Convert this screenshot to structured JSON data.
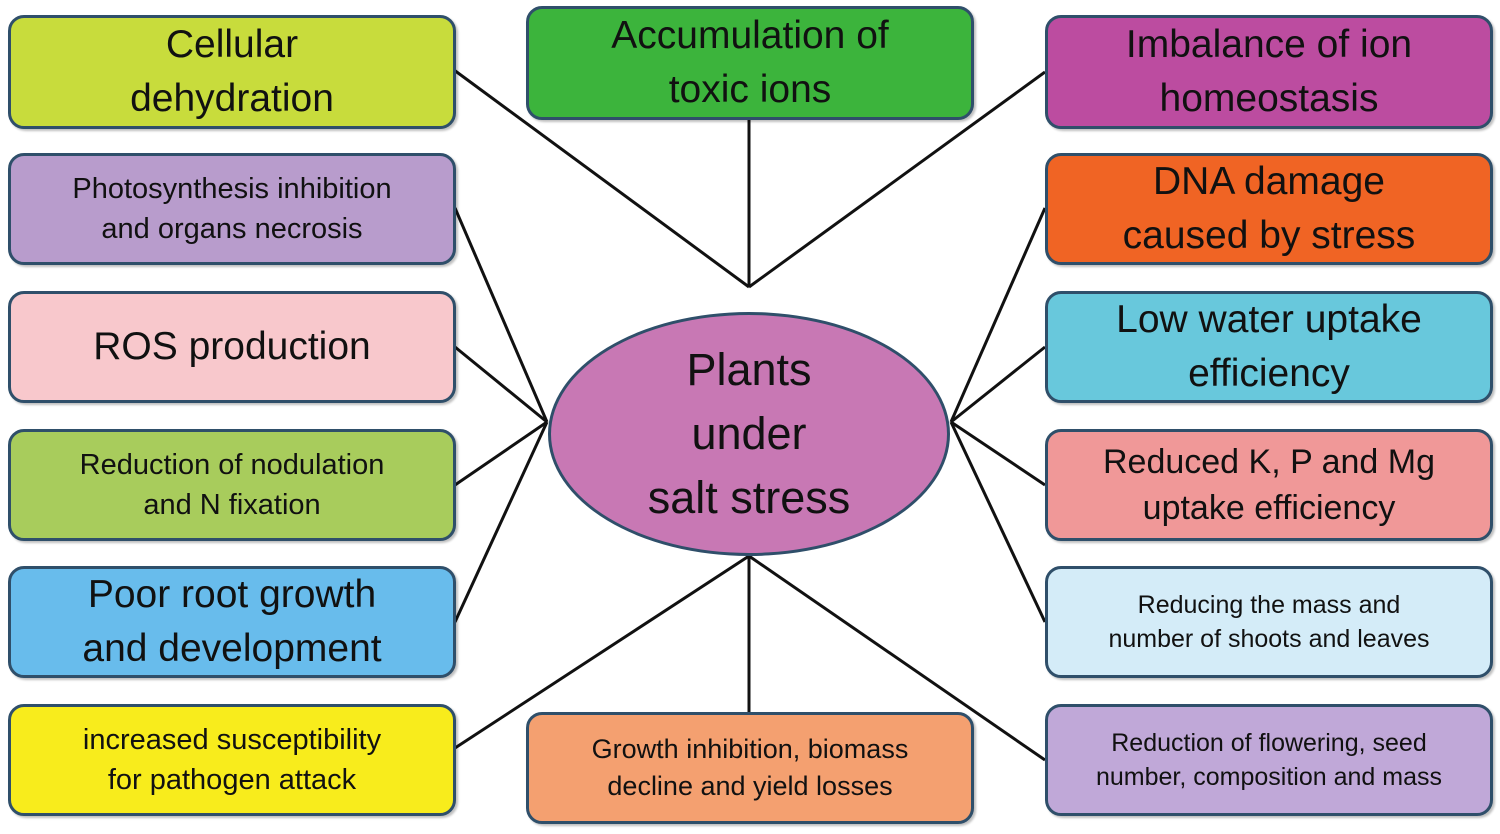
{
  "center": {
    "label": "Plants\nunder\nsalt stress",
    "color": "#c878b4"
  },
  "boxes": [
    {
      "id": "cellular-dehydration",
      "label": "Cellular\ndehydration",
      "color": "#c8dc3c"
    },
    {
      "id": "accumulation-toxic-ions",
      "label": "Accumulation of\ntoxic ions",
      "color": "#3cb43c"
    },
    {
      "id": "imbalance-ion-homeostasis",
      "label": "Imbalance of ion\nhomeostasis",
      "color": "#bc4ca0"
    },
    {
      "id": "photosynthesis-inhibition",
      "label": "Photosynthesis inhibition\nand organs necrosis",
      "color": "#b89ccc"
    },
    {
      "id": "dna-damage",
      "label": "DNA damage\ncaused by stress",
      "color": "#f06424"
    },
    {
      "id": "ros-production",
      "label": "ROS production",
      "color": "#f8c8cc"
    },
    {
      "id": "low-water-uptake",
      "label": "Low water uptake\nefficiency",
      "color": "#68c8dc"
    },
    {
      "id": "reduction-nodulation",
      "label": "Reduction of nodulation\nand N fixation",
      "color": "#a8cc5c"
    },
    {
      "id": "reduced-kpmg",
      "label": "Reduced K, P and Mg\nuptake efficiency",
      "color": "#f09898"
    },
    {
      "id": "poor-root-growth",
      "label": "Poor root growth\nand development",
      "color": "#68bcec"
    },
    {
      "id": "reducing-mass-shoots",
      "label": "Reducing the mass and\nnumber of shoots and leaves",
      "color": "#d4ecf8"
    },
    {
      "id": "pathogen-susceptibility",
      "label": "increased susceptibility\nfor pathogen attack",
      "color": "#f8ec1c"
    },
    {
      "id": "growth-inhibition",
      "label": "Growth inhibition, biomass\ndecline and yield losses",
      "color": "#f4a070"
    },
    {
      "id": "reduction-flowering",
      "label": "Reduction of flowering, seed\nnumber, composition and mass",
      "color": "#c0a8d8"
    }
  ]
}
